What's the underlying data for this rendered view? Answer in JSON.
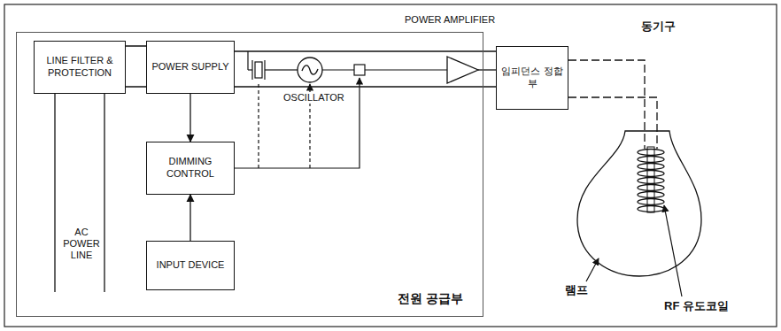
{
  "diagram": {
    "nodes": [
      {
        "text": [
          "전원 공급부"
        ]
      },
      {
        "text": [
          "LINE FILTER & PROTECTION"
        ],
        "in": 0
      },
      {
        "text": [
          "POWER SUPPLY"
        ],
        "in": 0
      },
      {
        "text": [
          "DIMMING CONTROL"
        ],
        "in": 0
      },
      {
        "text": [
          "INPUT DEVICE"
        ],
        "in": 0
      },
      {
        "text": [
          "임피던스 정합부"
        ]
      }
    ],
    "edges": [
      {
        "from": 1,
        "to": 2,
        "arrow": "none"
      },
      {
        "from": 2,
        "to": 3,
        "arrow": "to"
      },
      {
        "from": 4,
        "to": 3,
        "arrow": "to"
      },
      {
        "from": 2,
        "to": 5,
        "arrow": "none"
      }
    ],
    "labels": [
      "POWER AMPLIFIER",
      "OSCILLATOR",
      "AC POWER LINE",
      "동기구",
      "램프",
      "RF 유도코일"
    ]
  }
}
